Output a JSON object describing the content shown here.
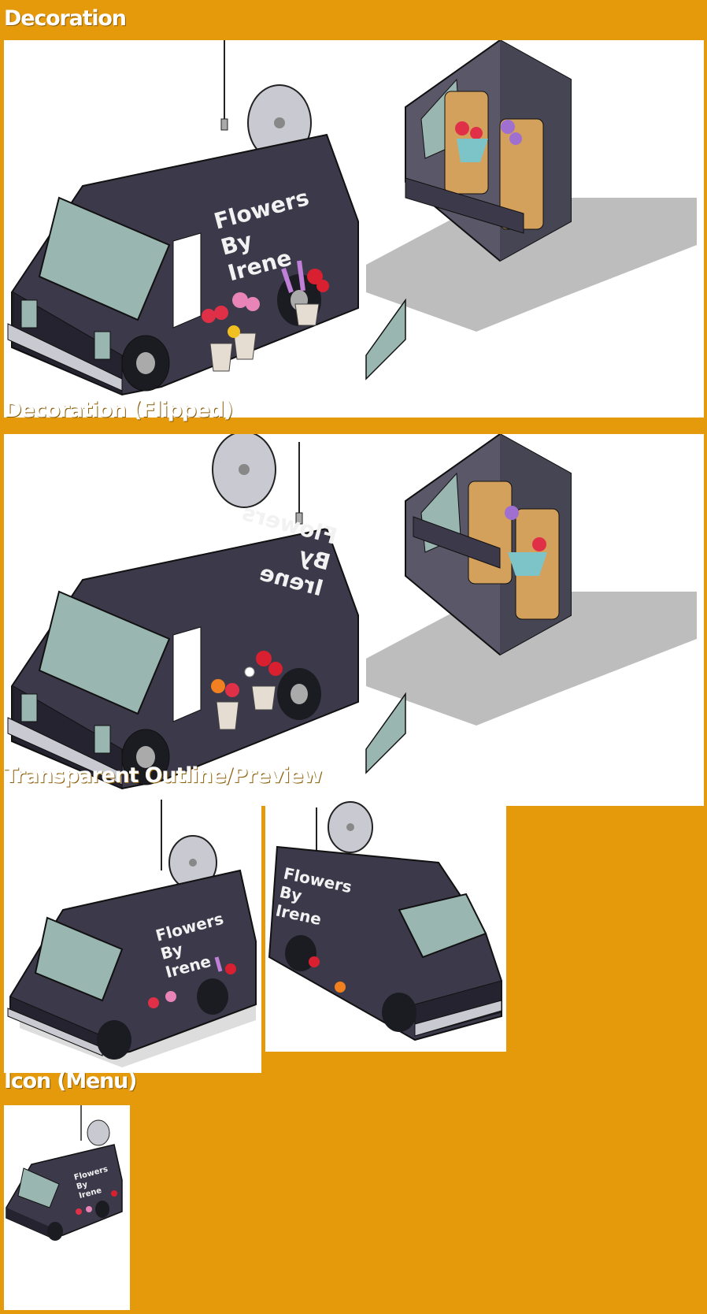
{
  "sections": {
    "decoration": "Decoration",
    "decoration_flipped": "Decoration (Flipped)",
    "transparent_preview": "Transparent Outline/Preview",
    "icon_menu": "Icon (Menu)"
  },
  "van_lettering": {
    "line1": "Flowers",
    "line2": "By",
    "line3": "Irene"
  },
  "colors": {
    "background": "#e59a0c",
    "van_body": "#3c3a4a",
    "van_dark": "#25232f",
    "window": "#9ab6b1",
    "seat": "#d3a15c",
    "shadow": "#bdbdbd"
  }
}
